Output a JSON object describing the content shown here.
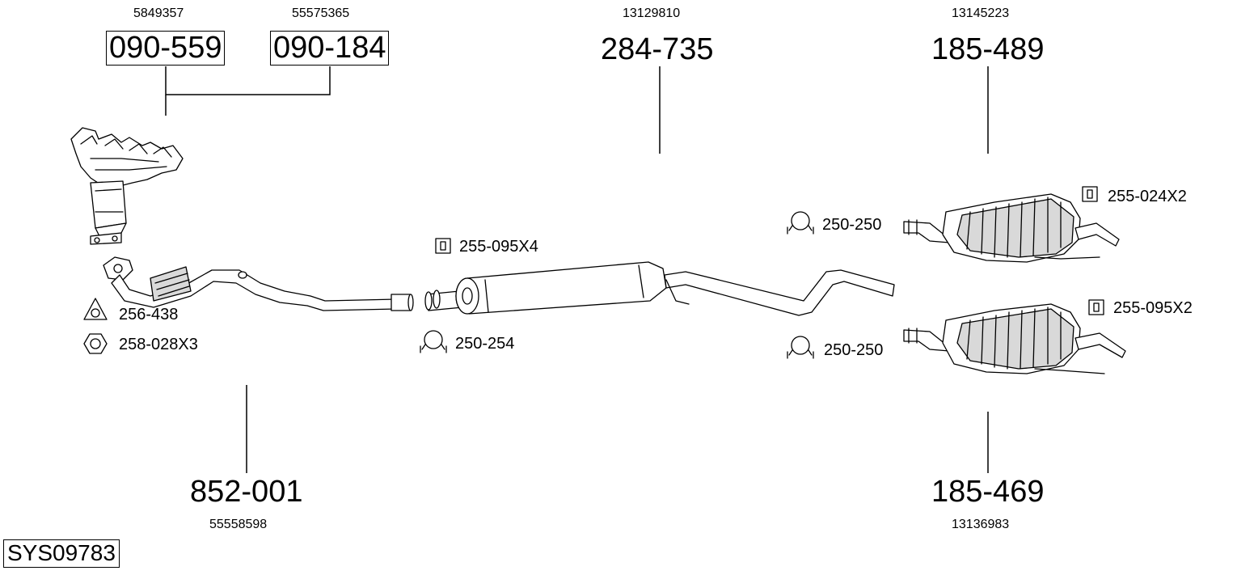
{
  "diagram": {
    "system_code": "SYS09783",
    "parts": [
      {
        "id": "manifold_a",
        "number": "090-559",
        "oem": "5849357"
      },
      {
        "id": "manifold_b",
        "number": "090-184",
        "oem": "55575365"
      },
      {
        "id": "middle_silencer",
        "number": "284-735",
        "oem": "13129810"
      },
      {
        "id": "rear_silencer_top",
        "number": "185-489",
        "oem": "13145223"
      },
      {
        "id": "front_pipe",
        "number": "852-001",
        "oem": "55558598"
      },
      {
        "id": "rear_silencer_bottom",
        "number": "185-469",
        "oem": "13136983"
      }
    ],
    "accessories": [
      {
        "id": "gasket",
        "number": "256-438",
        "icon": "gasket-icon"
      },
      {
        "id": "nut",
        "number": "258-028X3",
        "icon": "hex-nut-icon"
      },
      {
        "id": "mount_middle",
        "number": "255-095X4",
        "icon": "rubber-mount-icon"
      },
      {
        "id": "clamp_middle",
        "number": "250-254",
        "icon": "pipe-clamp-icon"
      },
      {
        "id": "clamp_rear_top",
        "number": "250-250",
        "icon": "pipe-clamp-icon"
      },
      {
        "id": "clamp_rear_bottom",
        "number": "250-250",
        "icon": "pipe-clamp-icon"
      },
      {
        "id": "mount_rear_top",
        "number": "255-024X2",
        "icon": "rubber-mount-icon"
      },
      {
        "id": "mount_rear_bottom",
        "number": "255-095X2",
        "icon": "rubber-mount-icon"
      }
    ]
  }
}
